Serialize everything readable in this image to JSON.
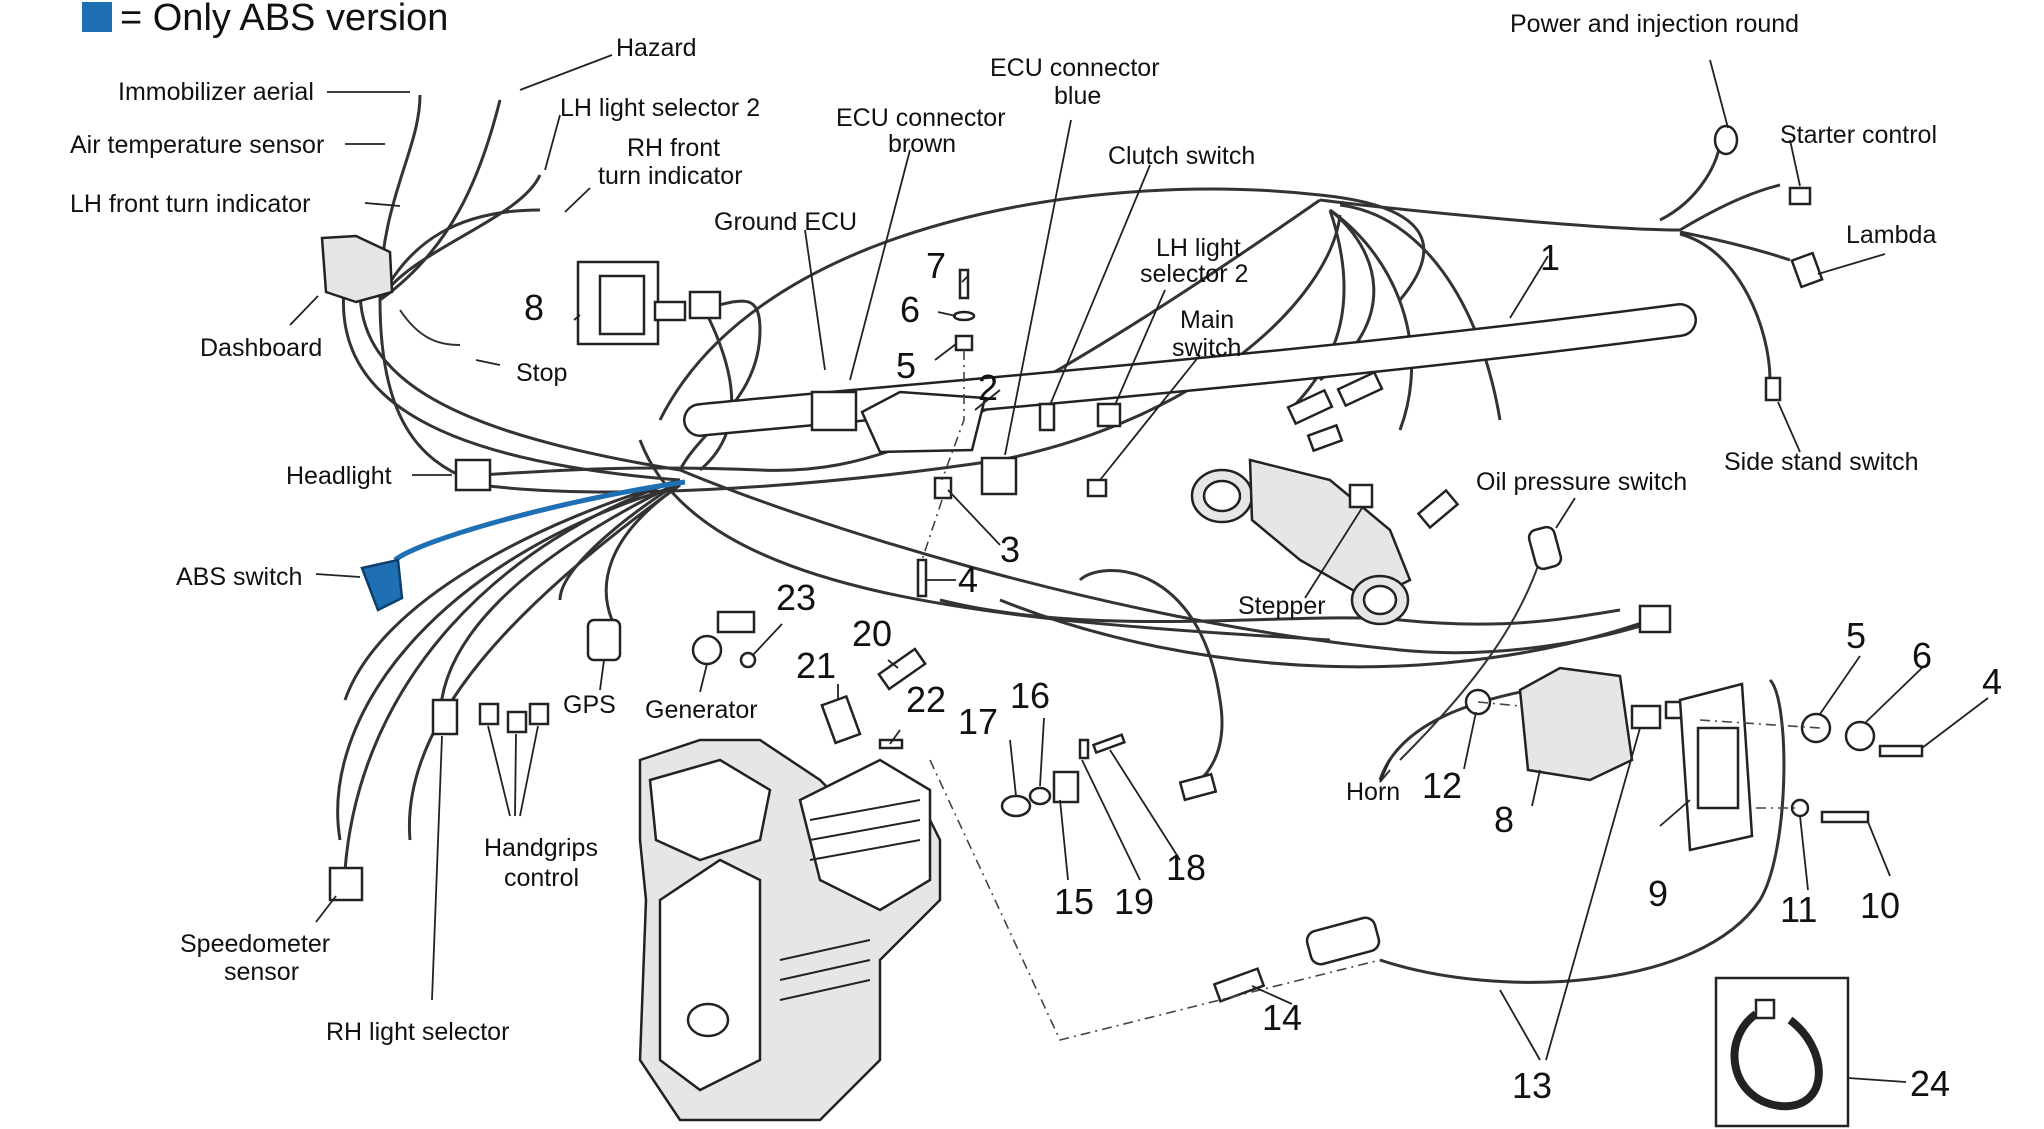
{
  "legend": {
    "color": "#1f6fb5",
    "text": "= Only ABS version"
  },
  "labels": {
    "hazard": "Hazard",
    "immobilizer_aerial": "Immobilizer aerial",
    "lh_light_selector_2_top": "LH light selector 2",
    "air_temperature_sensor": "Air temperature sensor",
    "rh_front_turn_indicator_1": "RH front",
    "rh_front_turn_indicator_2": "turn indicator",
    "lh_front_turn_indicator": "LH front turn indicator",
    "dashboard": "Dashboard",
    "stop": "Stop",
    "headlight": "Headlight",
    "abs_switch": "ABS switch",
    "gps": "GPS",
    "generator": "Generator",
    "handgrips_control_1": "Handgrips",
    "handgrips_control_2": "control",
    "speedometer_sensor_1": "Speedometer",
    "speedometer_sensor_2": "sensor",
    "rh_light_selector": "RH light selector",
    "ground_ecu": "Ground ECU",
    "ecu_connector_brown_1": "ECU connector",
    "ecu_connector_brown_2": "brown",
    "ecu_connector_blue_1": "ECU connector",
    "ecu_connector_blue_2": "blue",
    "clutch_switch": "Clutch switch",
    "lh_light_selector_2_mid_1": "LH light",
    "lh_light_selector_2_mid_2": "selector 2",
    "main_switch_1": "Main",
    "main_switch_2": "switch",
    "power_injection_round": "Power and injection round",
    "starter_control": "Starter control",
    "lambda": "Lambda",
    "side_stand_switch": "Side stand switch",
    "oil_pressure_switch": "Oil pressure switch",
    "stepper": "Stepper",
    "horn": "Horn"
  },
  "numbers": {
    "n1": "1",
    "n2": "2",
    "n3": "3",
    "n4a": "4",
    "n4b": "4",
    "n5a": "5",
    "n5b": "5",
    "n6a": "6",
    "n6b": "6",
    "n7": "7",
    "n8a": "8",
    "n8b": "8",
    "n9": "9",
    "n10": "10",
    "n11": "11",
    "n12": "12",
    "n13": "13",
    "n14": "14",
    "n15": "15",
    "n16": "16",
    "n17": "17",
    "n18": "18",
    "n19": "19",
    "n20": "20",
    "n21": "21",
    "n22": "22",
    "n23": "23",
    "n24": "24"
  }
}
